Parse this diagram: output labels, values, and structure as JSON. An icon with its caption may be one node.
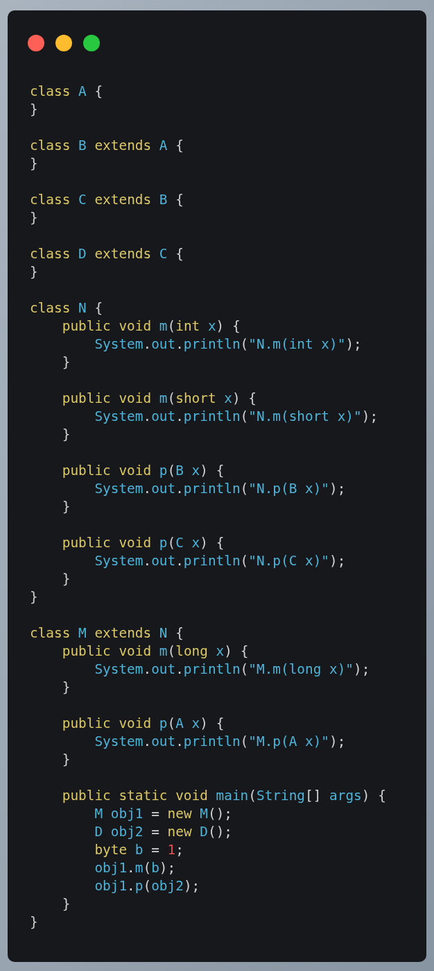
{
  "diagram": {
    "labels": [
      "class A {",
      "}",
      "class B extends A {",
      "}",
      "class C extends B {",
      "}",
      "class D extends C {",
      "}",
      "class N {",
      "    public void m(int x) {",
      "        System.out.println(\"N.m(int x)\");",
      "    }",
      "    public void m(short x) {",
      "        System.out.println(\"N.m(short x)\");",
      "    }",
      "    public void p(B x) {",
      "        System.out.println(\"N.p(B x)\");",
      "    }",
      "    public void p(C x) {",
      "        System.out.println(\"N.p(C x)\");",
      "    }",
      "}",
      "class M extends N {",
      "    public void m(long x) {",
      "        System.out.println(\"M.m(long x)\");",
      "    }",
      "    public void p(A x) {",
      "        System.out.println(\"M.p(A x)\");",
      "    }",
      "    public static void main(String[] args) {",
      "        M obj1 = new M();",
      "        D obj2 = new D();",
      "        byte b = 1;",
      "        obj1.m(b);",
      "        obj1.p(obj2);",
      "    }",
      "}"
    ]
  }
}
